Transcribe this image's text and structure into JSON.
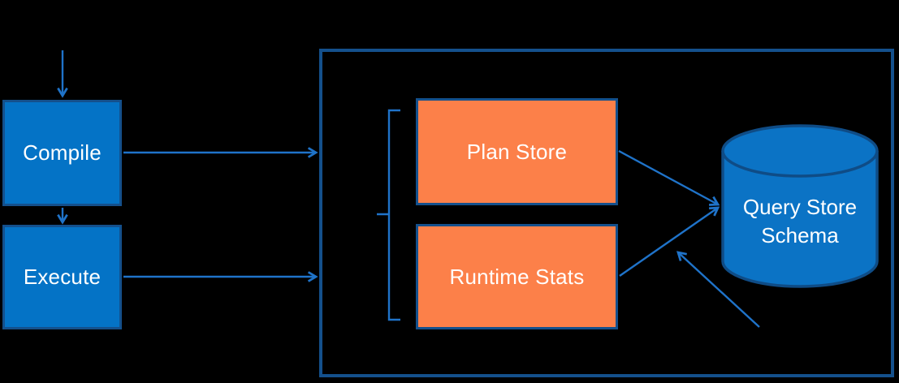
{
  "colors": {
    "background": "#000000",
    "box_fill_blue": "#0473C6",
    "box_border_blue": "#14508C",
    "orange_fill": "#FC8049",
    "cylinder_fill": "#0B73C5",
    "cylinder_border": "#0F4C86",
    "connector_blue": "#1F73C9",
    "text_white": "#FFFFFF"
  },
  "diagram": {
    "nodes": {
      "compile": {
        "label": "Compile",
        "shape": "rectangle",
        "fill": "blue"
      },
      "execute": {
        "label": "Execute",
        "shape": "rectangle",
        "fill": "blue"
      },
      "plan_store": {
        "label": "Plan Store",
        "shape": "rectangle",
        "fill": "orange"
      },
      "runtime_stats": {
        "label": "Runtime Stats",
        "shape": "rectangle",
        "fill": "orange"
      },
      "query_store_schema": {
        "label": "Query Store Schema",
        "label_line1": "Query Store",
        "label_line2": "Schema",
        "shape": "database-cylinder",
        "fill": "blue"
      },
      "query_store_container": {
        "label": "",
        "shape": "outlined-rectangle"
      }
    },
    "edges": [
      {
        "from": "external-top",
        "to": "compile",
        "type": "arrow"
      },
      {
        "from": "compile",
        "to": "execute",
        "type": "arrow"
      },
      {
        "from": "compile",
        "to": "query_store_container",
        "type": "arrow"
      },
      {
        "from": "execute",
        "to": "query_store_container",
        "type": "arrow"
      },
      {
        "from": "plan_store",
        "to": "query_store_schema",
        "type": "arrow"
      },
      {
        "from": "runtime_stats",
        "to": "query_store_schema",
        "type": "arrow"
      },
      {
        "from": "external-bottom-right",
        "to": "query_store_schema",
        "type": "annotation-arrow"
      },
      {
        "groups": [
          "plan_store",
          "runtime_stats"
        ],
        "type": "left-brace"
      }
    ]
  }
}
